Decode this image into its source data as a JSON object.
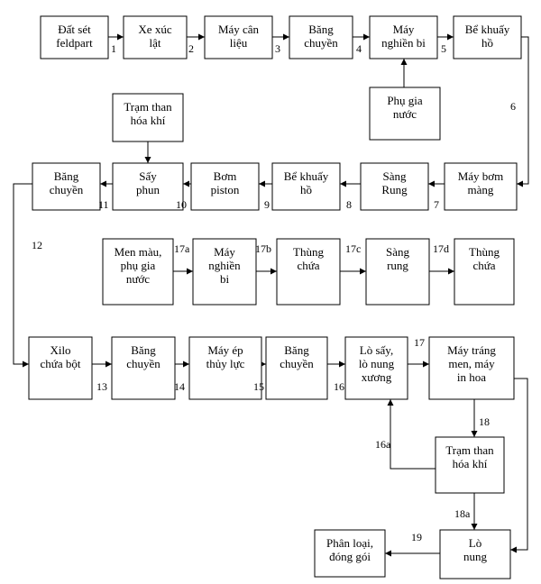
{
  "nodes": [
    {
      "id": "n1",
      "lines": [
        "Đất sét",
        "feldpart"
      ]
    },
    {
      "id": "n2",
      "lines": [
        "Xe xúc",
        "lật"
      ]
    },
    {
      "id": "n3",
      "lines": [
        "Máy cân",
        "liệu"
      ]
    },
    {
      "id": "n4",
      "lines": [
        "Băng",
        "chuyền"
      ]
    },
    {
      "id": "n5",
      "lines": [
        "Máy",
        "nghiền bi"
      ]
    },
    {
      "id": "n6",
      "lines": [
        "Bể khuấy",
        "hồ"
      ]
    },
    {
      "id": "n7",
      "lines": [
        "Phụ gia",
        "nước"
      ]
    },
    {
      "id": "n8",
      "lines": [
        "Trạm than",
        "hóa khí"
      ]
    },
    {
      "id": "n9",
      "lines": [
        "Băng",
        "chuyền"
      ]
    },
    {
      "id": "n10",
      "lines": [
        "Sấy",
        "phun"
      ]
    },
    {
      "id": "n11",
      "lines": [
        "Bơm",
        "piston"
      ]
    },
    {
      "id": "n12",
      "lines": [
        "Bể khuấy",
        "hồ"
      ]
    },
    {
      "id": "n13",
      "lines": [
        "Sàng",
        "Rung"
      ]
    },
    {
      "id": "n14",
      "lines": [
        "Máy bơm",
        "màng"
      ]
    },
    {
      "id": "n15",
      "lines": [
        "Men màu,",
        "phụ gia",
        "nước"
      ]
    },
    {
      "id": "n16",
      "lines": [
        "Máy",
        "nghiền",
        "bi"
      ]
    },
    {
      "id": "n17",
      "lines": [
        "Thùng",
        "chứa"
      ]
    },
    {
      "id": "n18",
      "lines": [
        "Sàng",
        "rung"
      ]
    },
    {
      "id": "n19",
      "lines": [
        "Thùng",
        "chứa"
      ]
    },
    {
      "id": "n20",
      "lines": [
        "Xilo",
        "chứa bột"
      ]
    },
    {
      "id": "n21",
      "lines": [
        "Băng",
        "chuyền"
      ]
    },
    {
      "id": "n22",
      "lines": [
        "Máy ép",
        "thủy lực"
      ]
    },
    {
      "id": "n23",
      "lines": [
        "Băng",
        "chuyền"
      ]
    },
    {
      "id": "n24",
      "lines": [
        "Lò sấy,",
        "lò nung",
        "xương"
      ]
    },
    {
      "id": "n25",
      "lines": [
        "Máy tráng",
        "men, máy",
        "in hoa"
      ]
    },
    {
      "id": "n26",
      "lines": [
        "Trạm than",
        "hóa khí"
      ]
    },
    {
      "id": "n27",
      "lines": [
        "Lò",
        "nung"
      ]
    },
    {
      "id": "n28",
      "lines": [
        "Phân loại,",
        "đóng gói"
      ]
    }
  ],
  "edge_labels": [
    "1",
    "2",
    "3",
    "4",
    "5",
    "6",
    "7",
    "8",
    "9",
    "10",
    "11",
    "12",
    "17a",
    "17b",
    "17c",
    "17d",
    "13",
    "14",
    "15",
    "16",
    "17",
    "18",
    "16a",
    "18a",
    "19"
  ]
}
